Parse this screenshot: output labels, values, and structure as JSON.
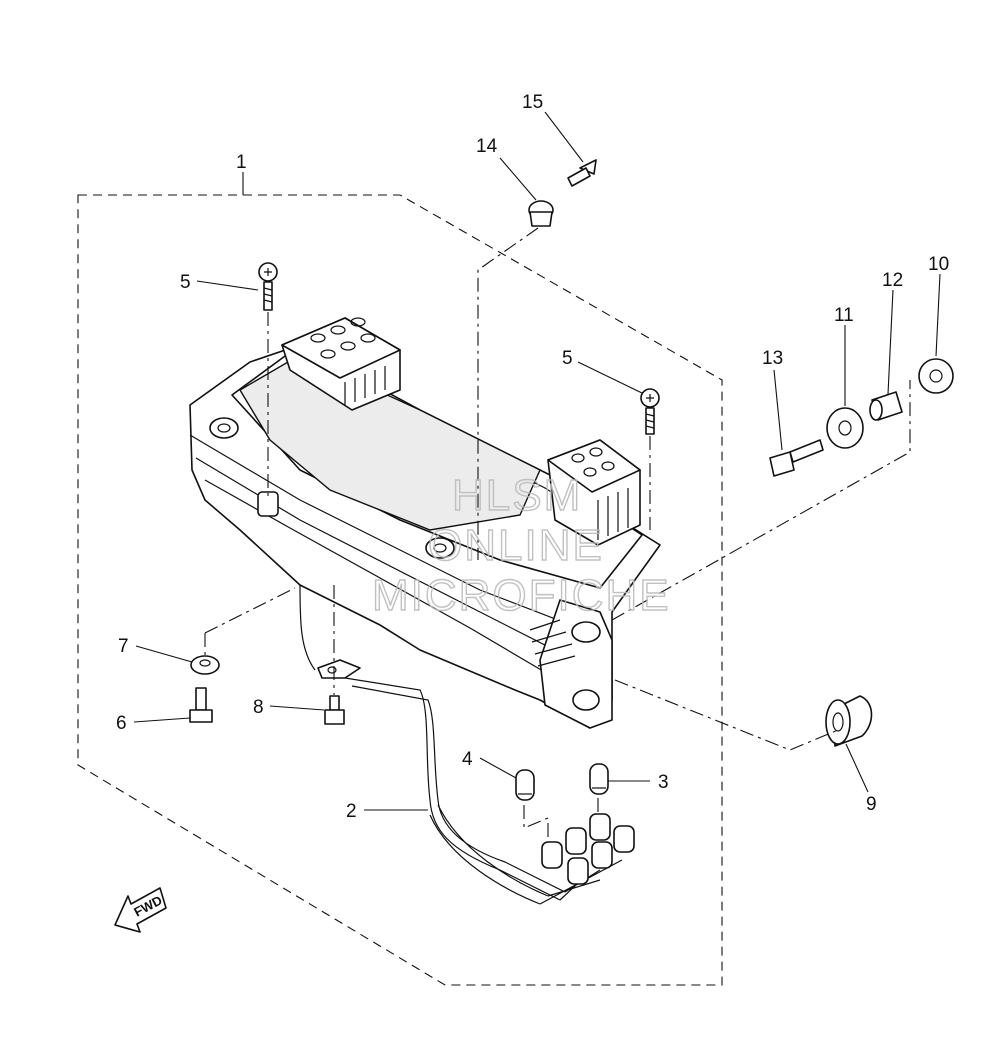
{
  "diagram": {
    "callouts": [
      {
        "id": "1",
        "text": "1"
      },
      {
        "id": "2",
        "text": "2"
      },
      {
        "id": "3",
        "text": "3"
      },
      {
        "id": "4",
        "text": "4"
      },
      {
        "id": "5a",
        "text": "5"
      },
      {
        "id": "5b",
        "text": "5"
      },
      {
        "id": "6",
        "text": "6"
      },
      {
        "id": "7",
        "text": "7"
      },
      {
        "id": "8",
        "text": "8"
      },
      {
        "id": "9",
        "text": "9"
      },
      {
        "id": "10",
        "text": "10"
      },
      {
        "id": "11",
        "text": "11"
      },
      {
        "id": "12",
        "text": "12"
      },
      {
        "id": "13",
        "text": "13"
      },
      {
        "id": "14",
        "text": "14"
      },
      {
        "id": "15",
        "text": "15"
      }
    ],
    "direction_label": "FWD",
    "watermark": {
      "line1": "HLSM",
      "line2": "ONLINE",
      "line3": "MICROFICHE"
    }
  }
}
